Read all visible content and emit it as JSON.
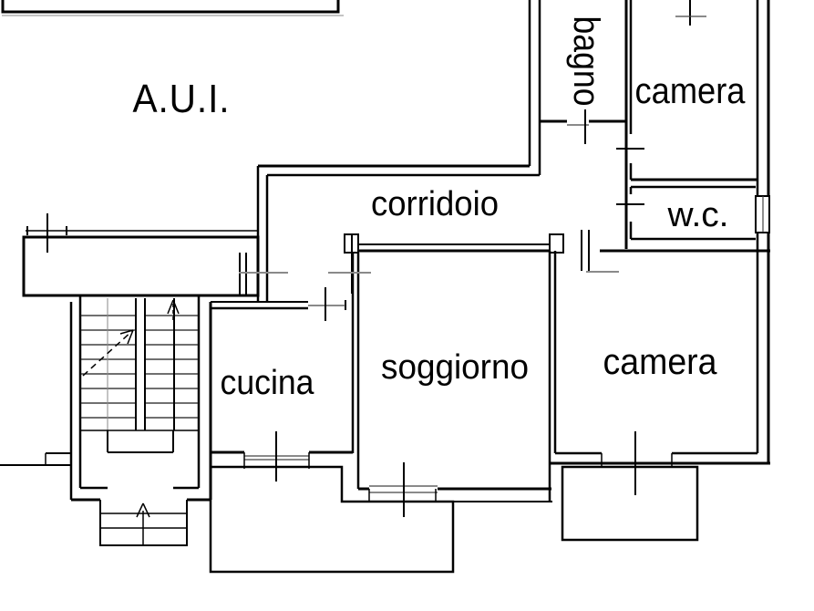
{
  "plan": {
    "unit_label": "A.U.I.",
    "rooms": [
      {
        "id": "bagno",
        "label": "bagno"
      },
      {
        "id": "camera-nord",
        "label": "camera"
      },
      {
        "id": "wc",
        "label": "w.c."
      },
      {
        "id": "corridoio",
        "label": "corridoio"
      },
      {
        "id": "cucina",
        "label": "cucina"
      },
      {
        "id": "soggiorno",
        "label": "soggiorno"
      },
      {
        "id": "camera-sud",
        "label": "camera"
      }
    ],
    "colors": {
      "wall": "#000000",
      "background": "#ffffff",
      "section_mark": "#8a8a8a"
    }
  }
}
